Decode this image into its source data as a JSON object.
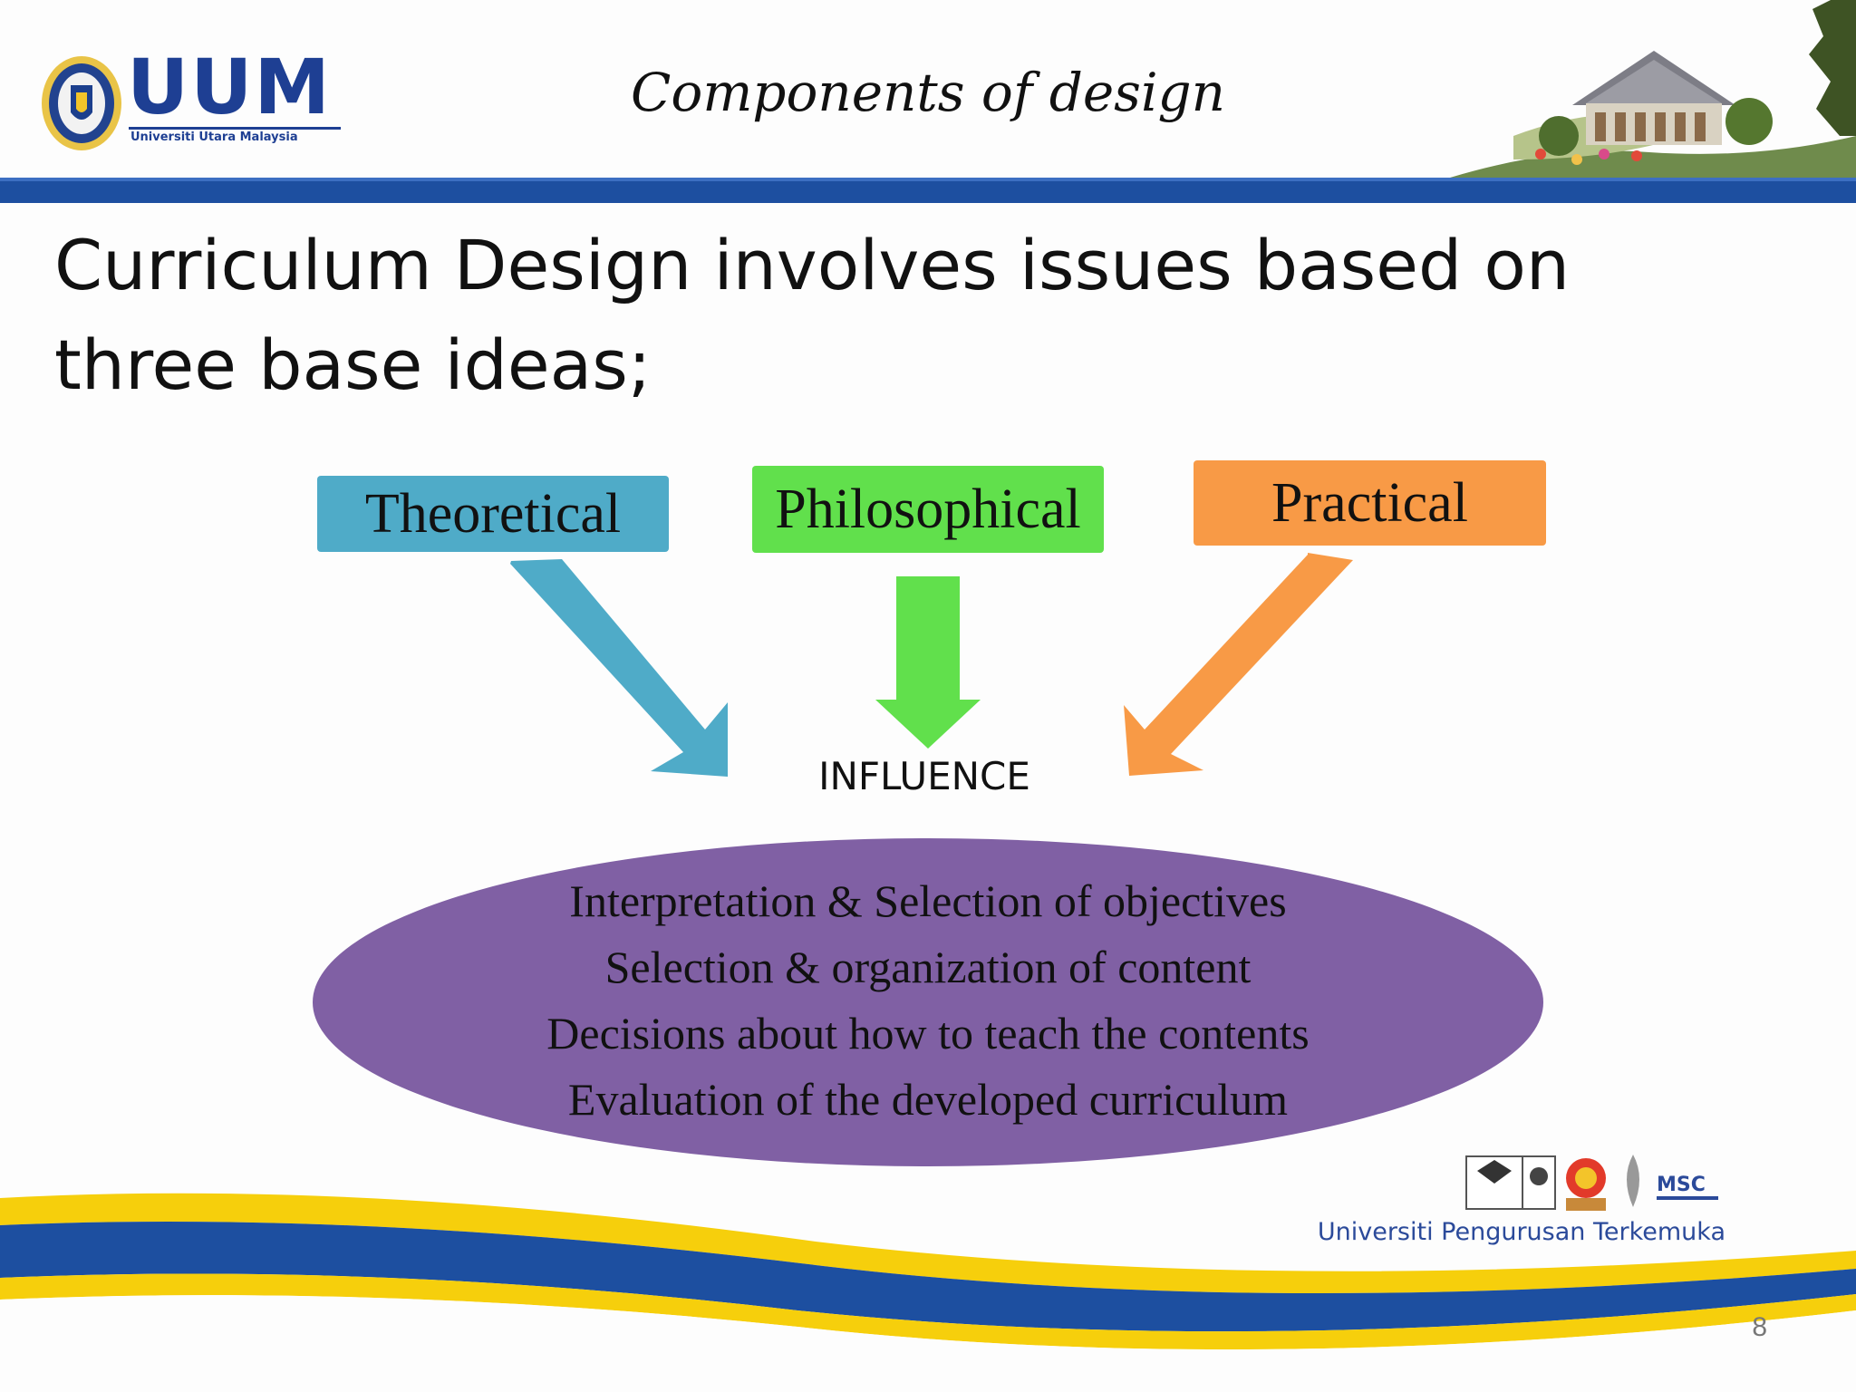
{
  "header": {
    "logo_text": "UUM",
    "logo_subtitle": "Universiti Utara Malaysia",
    "title": "Components of design"
  },
  "heading": {
    "line1": "Curriculum Design involves issues based on",
    "line2": "three base ideas;"
  },
  "diagram": {
    "boxes": [
      {
        "label": "Theoretical",
        "color": "#4fabc8"
      },
      {
        "label": "Philosophical",
        "color": "#61e04c"
      },
      {
        "label": "Practical",
        "color": "#f89a46"
      }
    ],
    "center_label": "INFLUENCE",
    "ellipse_color": "#8060a4",
    "ellipse_lines": [
      "Interpretation & Selection of objectives",
      "Selection & organization of content",
      "Decisions about how to teach the contents",
      "Evaluation of the developed curriculum"
    ]
  },
  "footer": {
    "tagline": "Universiti Pengurusan Terkemuka",
    "page_number": "8",
    "brand_blue": "#1d4fa0",
    "brand_yellow": "#f6cf0c"
  }
}
